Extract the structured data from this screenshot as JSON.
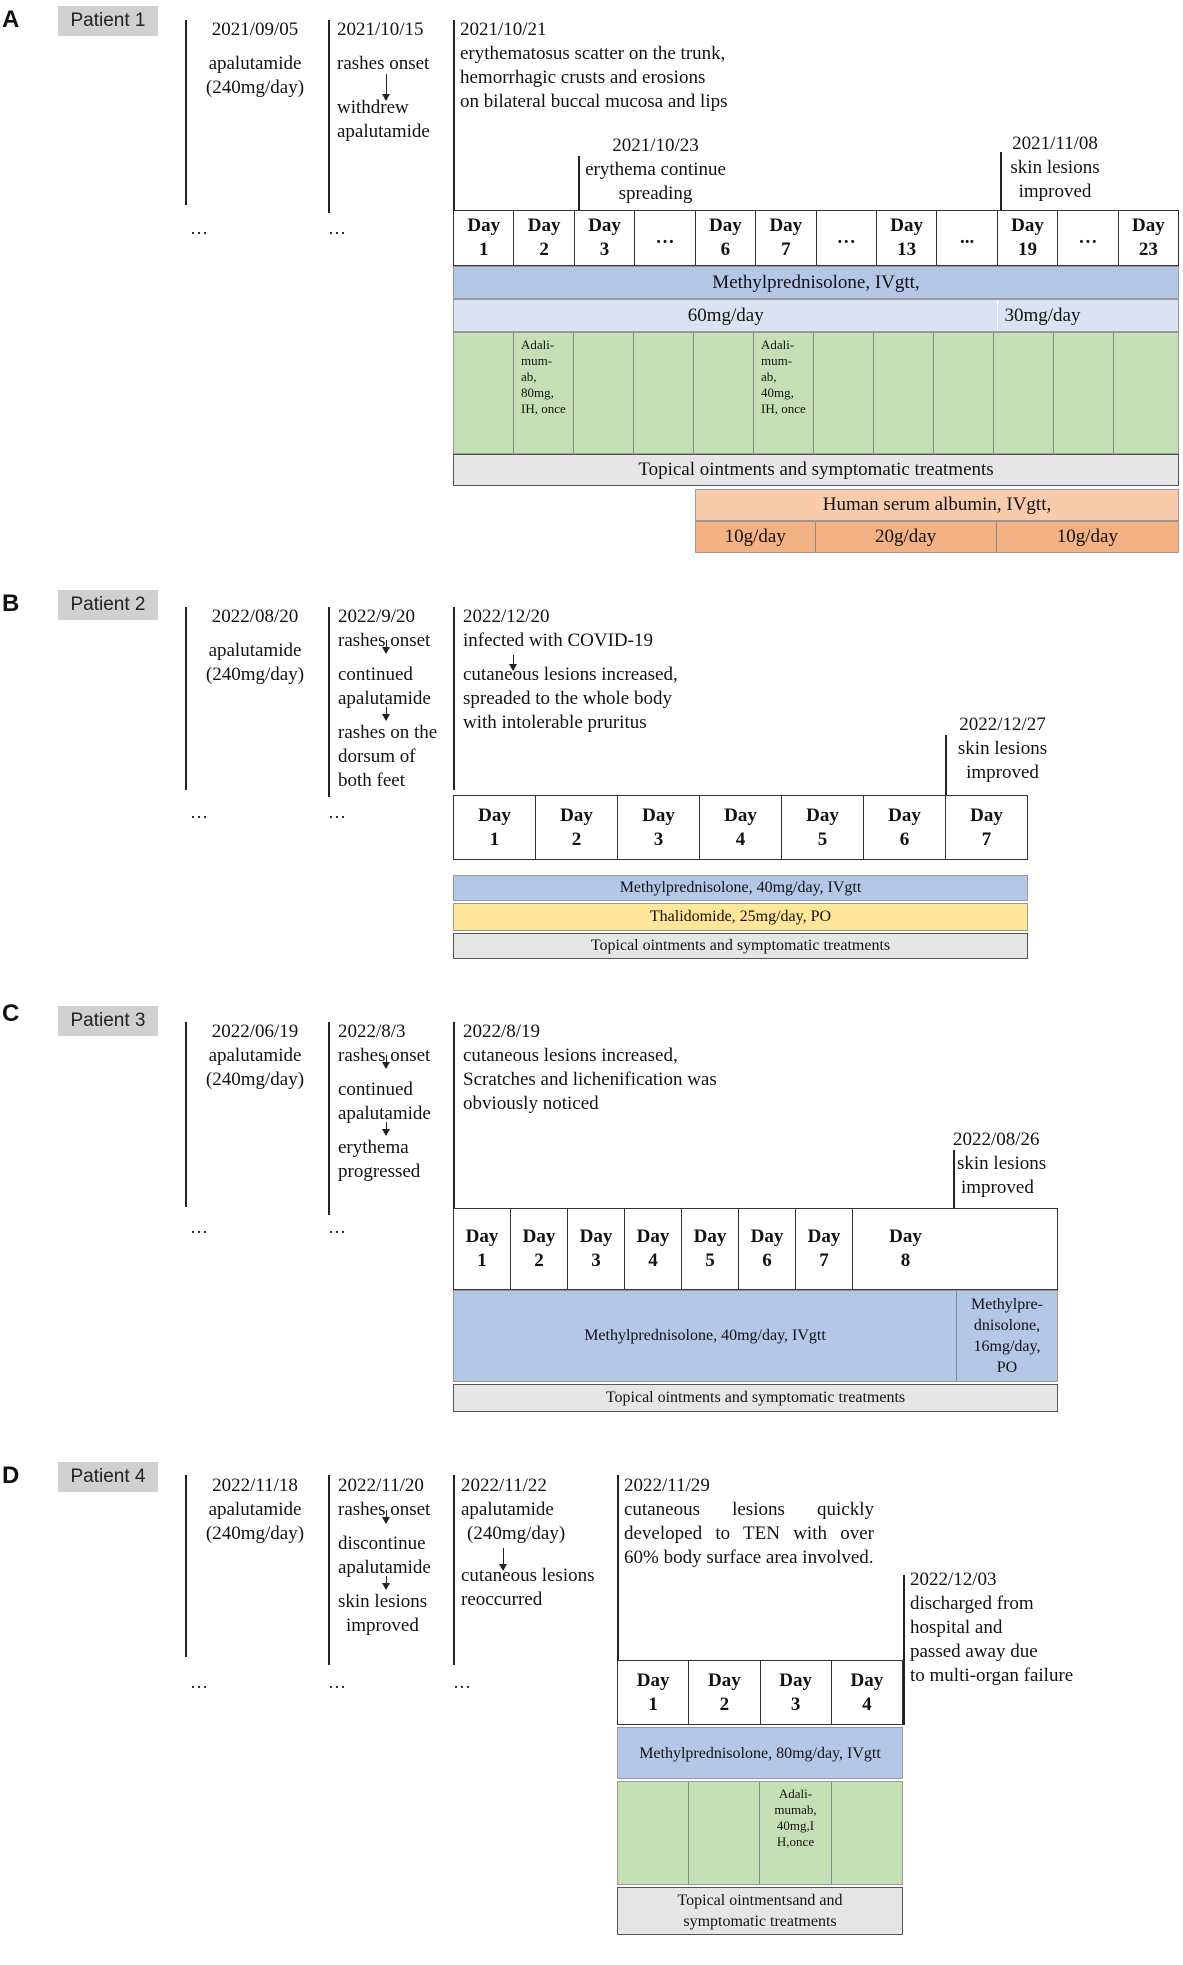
{
  "panel_a": {
    "letter": "A",
    "patient": "Patient 1",
    "ev1": {
      "date": "2021/09/05",
      "l1": "apalutamide",
      "l2": "(240mg/day)"
    },
    "ev2": {
      "date": "2021/10/15",
      "l1": "rashes onset",
      "l2": "withdrew",
      "l3": "apalutamide"
    },
    "ev3": {
      "date": "2021/10/21",
      "l1": "erythematosus scatter on the trunk,",
      "l2": "hemorrhagic crusts and erosions",
      "l3": "on bilateral buccal mucosa and lips"
    },
    "ev4": {
      "date": "2021/10/23",
      "l1": "erythema continue",
      "l2": "spreading"
    },
    "ev5": {
      "date": "2021/11/08",
      "l1": "skin lesions",
      "l2": "improved"
    },
    "ellipsis": "…",
    "days": [
      [
        "Day",
        "1"
      ],
      [
        "Day",
        "2"
      ],
      [
        "Day",
        "3"
      ],
      [
        "…",
        ""
      ],
      [
        "Day",
        "6"
      ],
      [
        "Day",
        "7"
      ],
      [
        "…",
        ""
      ],
      [
        "Day",
        "13"
      ],
      [
        "...",
        ""
      ],
      [
        "Day",
        "19"
      ],
      [
        "…",
        ""
      ],
      [
        "Day",
        "23"
      ]
    ],
    "mp_title": "Methylprednisolone, IVgtt,",
    "mp_dose1": "60mg/day",
    "mp_dose2": "30mg/day",
    "ada1": "Adali-mum-ab, 80mg, IH, once",
    "ada2": "Adali-mum-ab, 40mg, IH, once",
    "topical": "Topical ointments and symptomatic treatments",
    "hsa_title": "Human serum albumin, IVgtt,",
    "hsa_doses": [
      "10g/day",
      "20g/day",
      "10g/day"
    ]
  },
  "panel_b": {
    "letter": "B",
    "patient": "Patient 2",
    "ev1": {
      "date": "2022/08/20",
      "l1": "apalutamide",
      "l2": "(240mg/day)"
    },
    "ev2": {
      "date": "2022/9/20",
      "l1": "rashes onset",
      "l2": "continued",
      "l3": "apalutamide",
      "l4": "rashes on the",
      "l5": "dorsum of",
      "l6": "both feet"
    },
    "ev3": {
      "date": "2022/12/20",
      "l1": "infected with COVID-19",
      "l2": "cutaneous lesions increased,",
      "l3": "spreaded to the whole body",
      "l4": "with intolerable pruritus"
    },
    "ev4": {
      "date": "2022/12/27",
      "l1": "skin lesions",
      "l2": "improved"
    },
    "ellipsis": "…",
    "days": [
      [
        "Day",
        "1"
      ],
      [
        "Day",
        "2"
      ],
      [
        "Day",
        "3"
      ],
      [
        "Day",
        "4"
      ],
      [
        "Day",
        "5"
      ],
      [
        "Day",
        "6"
      ],
      [
        "Day",
        "7"
      ]
    ],
    "mp": "Methylprednisolone, 40mg/day, IVgtt",
    "thal": "Thalidomide, 25mg/day, PO",
    "topical": "Topical ointments and symptomatic treatments"
  },
  "panel_c": {
    "letter": "C",
    "patient": "Patient 3",
    "ev1": {
      "date": "2022/06/19",
      "l1": "apalutamide",
      "l2": "(240mg/day)"
    },
    "ev2": {
      "date": "2022/8/3",
      "l1": "rashes onset",
      "l2": "continued",
      "l3": "apalutamide",
      "l4": "erythema",
      "l5": "progressed"
    },
    "ev3": {
      "date": "2022/8/19",
      "l1": "cutaneous lesions increased,",
      "l2": "Scratches and lichenification was",
      "l3": "obviously noticed"
    },
    "ev4": {
      "date": "2022/08/26",
      "l1": "skin lesions",
      "l2": "improved"
    },
    "ellipsis": "…",
    "days": [
      [
        "Day",
        "1"
      ],
      [
        "Day",
        "2"
      ],
      [
        "Day",
        "3"
      ],
      [
        "Day",
        "4"
      ],
      [
        "Day",
        "5"
      ],
      [
        "Day",
        "6"
      ],
      [
        "Day",
        "7"
      ],
      [
        "Day",
        "8"
      ]
    ],
    "mp": "Methylprednisolone, 40mg/day, IVgtt",
    "mp_po": "Methylpre-dnisolone, 16mg/day, PO",
    "topical": "Topical ointments and symptomatic treatments"
  },
  "panel_d": {
    "letter": "D",
    "patient": "Patient 4",
    "ev1": {
      "date": "2022/11/18",
      "l1": "apalutamide",
      "l2": "(240mg/day)"
    },
    "ev2": {
      "date": "2022/11/20",
      "l1": "rashes onset",
      "l2": "discontinue",
      "l3": "apalutamide",
      "l4": "skin lesions",
      "l5": "improved"
    },
    "ev3": {
      "date": "2022/11/22",
      "l1": "apalutamide",
      "l2": "(240mg/day)",
      "l3": "cutaneous lesions",
      "l4": "reoccurred"
    },
    "ev4": {
      "date": "2022/11/29",
      "text": "cutaneous lesions quickly developed to TEN with over 60% body surface area involved."
    },
    "ev5": {
      "date": "2022/12/03",
      "l1": "discharged from",
      "l2": "hospital and",
      "l3": "passed away due",
      "l4": "to multi-organ failure"
    },
    "ellipsis": "…",
    "days": [
      [
        "Day",
        "1"
      ],
      [
        "Day",
        "2"
      ],
      [
        "Day",
        "3"
      ],
      [
        "Day",
        "4"
      ]
    ],
    "mp": "Methylprednisolone, 80mg/day, IVgtt",
    "ada": "Adali-mumab, 40mg,I H,once",
    "topical": "Topical ointmentsand and symptomatic treatments"
  }
}
